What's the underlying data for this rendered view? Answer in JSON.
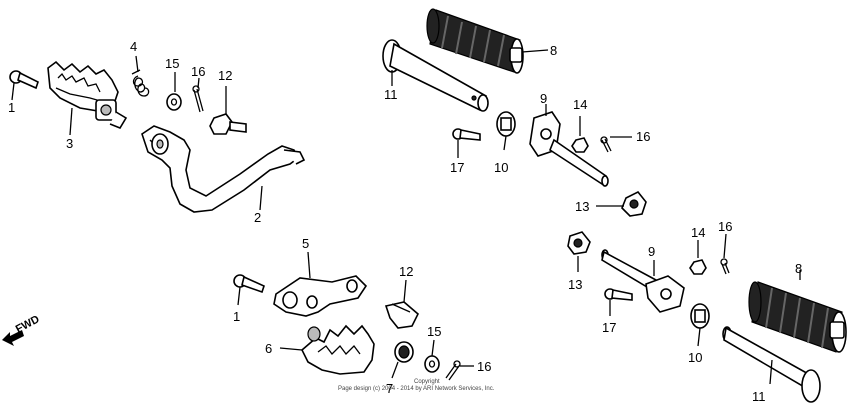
{
  "callouts": {
    "c1a": "1",
    "c3": "3",
    "c4": "4",
    "c15a": "15",
    "c16a": "16",
    "c12a": "12",
    "c2": "2",
    "c8a": "8",
    "c11a": "11",
    "c9a": "9",
    "c14a": "14",
    "c16b": "16",
    "c17a": "17",
    "c10a": "10",
    "c13a": "13",
    "c5": "5",
    "c12b": "12",
    "c1b": "1",
    "c6": "6",
    "c15b": "15",
    "c7": "7",
    "c16c": "16",
    "c16d": "16",
    "c14b": "14",
    "c9b": "9",
    "c13b": "13",
    "c8b": "8",
    "c17b": "17",
    "c10b": "10",
    "c11b": "11"
  },
  "fwd_label": "FWD",
  "copyright_line1": "Copyright",
  "copyright_line2": "Page design (c) 2004 - 2014 by ARI Network Services, Inc."
}
